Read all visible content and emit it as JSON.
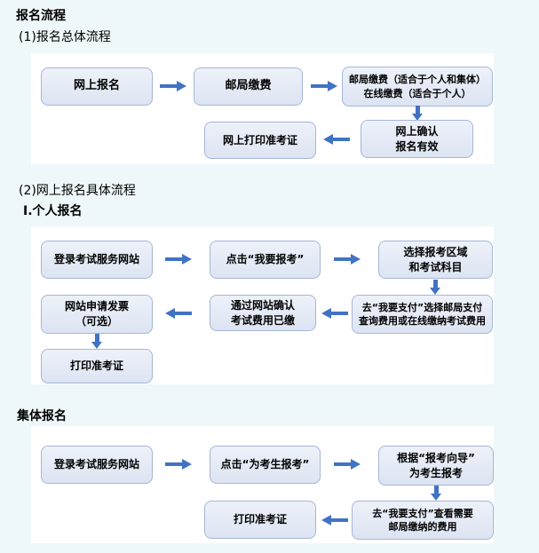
{
  "page": {
    "title": "报名流程",
    "sections": {
      "overall_label": "(1)报名总体流程",
      "online_label": "(2)网上报名具体流程",
      "individual_label": "Ⅰ.个人报名",
      "group_label": "集体报名"
    }
  },
  "colors": {
    "page_bg": "#eef7fa",
    "panel_bg": "#ffffff",
    "box_fill_top": "#edf1f9",
    "box_fill_bottom": "#dde4f2",
    "box_border": "#a6b6d8",
    "arrow": "#4173c4",
    "text": "#000000"
  },
  "flows": {
    "overall": {
      "online_register": {
        "line1": "网上报名"
      },
      "post_pay": {
        "line1": "邮局缴费"
      },
      "pay_options": {
        "line1": "邮局缴费（适合于个人和集体）",
        "line2": "在线缴费（适合于个人）"
      },
      "confirm_valid": {
        "line1": "网上确认",
        "line2": "报名有效"
      },
      "print_admission": {
        "line1": "网上打印准考证"
      }
    },
    "individual": {
      "login": {
        "line1": "登录考试服务网站"
      },
      "click_apply": {
        "line1": "点击“我要报考”"
      },
      "select_area": {
        "line1": "选择报考区域",
        "line2": "和考试科目"
      },
      "go_pay": {
        "line1": "去“我要支付”选择邮局支付",
        "line2": "查询费用或在线缴纳考试费用"
      },
      "confirm_paid": {
        "line1": "通过网站确认",
        "line2": "考试费用已缴"
      },
      "invoice": {
        "line1": "网站申请发票",
        "line2": "（可选）"
      },
      "print_admission": {
        "line1": "打印准考证"
      }
    },
    "group": {
      "login": {
        "line1": "登录考试服务网站"
      },
      "click_apply": {
        "line1": "点击“为考生报考”"
      },
      "wizard": {
        "line1": "根据“报考向导”",
        "line2": "为考生报考"
      },
      "check_fee": {
        "line1": "去“我要支付”查看需要",
        "line2": "邮局缴纳的费用"
      },
      "print_admission": {
        "line1": "打印准考证"
      }
    }
  }
}
